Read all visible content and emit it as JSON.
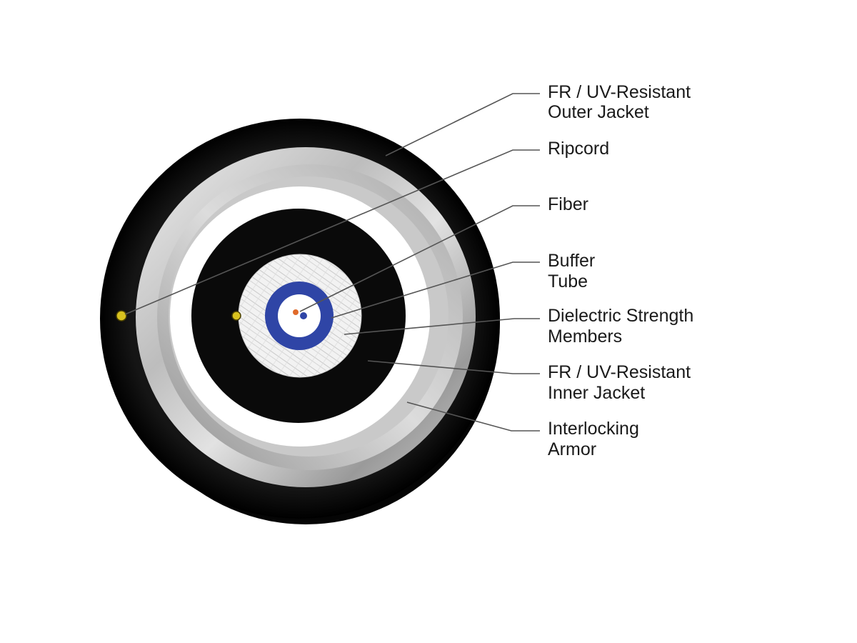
{
  "colors": {
    "jacket": "#0a0a0a",
    "armor_light": "#d6d6d6",
    "armor_dark": "#8e8e8e",
    "gap": "#ffffff",
    "strength_members": "#e6e6e6",
    "buffer_tube": "#2f45a6",
    "fiber_core": "#2f45a6",
    "fiber_marker": "#e06a2a",
    "ripcord": "#d8c21f",
    "leader_line": "#555555",
    "label_text": "#1a1a1a"
  },
  "callouts": [
    {
      "id": "outer-jacket",
      "lines": [
        "FR / UV-Resistant",
        "Outer Jacket"
      ]
    },
    {
      "id": "ripcord",
      "lines": [
        "Ripcord"
      ]
    },
    {
      "id": "fiber",
      "lines": [
        "Fiber"
      ]
    },
    {
      "id": "buffer-tube",
      "lines": [
        "Buffer",
        "Tube"
      ]
    },
    {
      "id": "strength-members",
      "lines": [
        "Dielectric Strength",
        "Members"
      ]
    },
    {
      "id": "inner-jacket",
      "lines": [
        "FR / UV-Resistant",
        "Inner Jacket"
      ]
    },
    {
      "id": "armor",
      "lines": [
        "Interlocking",
        "Armor"
      ]
    }
  ]
}
